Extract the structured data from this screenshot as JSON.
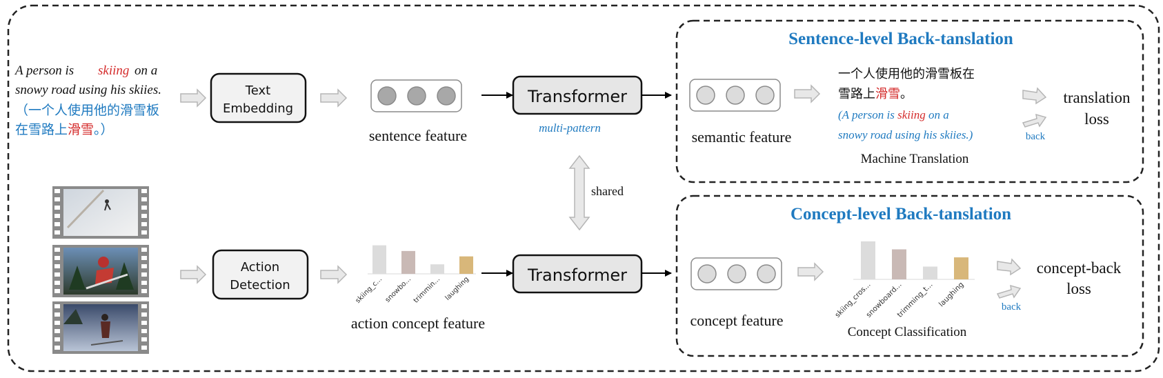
{
  "input_text": {
    "en": [
      "A person is ",
      "skiing",
      " on a",
      "snowy road using his skiies."
    ],
    "zh_line1": "（一个人使用他的滑雪板",
    "zh_line2_a": "在雪路上",
    "zh_line2_b": "滑雪",
    "zh_line2_c": "。）"
  },
  "modules": {
    "text_embedding": [
      "Text",
      "Embedding"
    ],
    "action_detection": [
      "Action",
      "Detection"
    ],
    "transformer_top": "Transformer",
    "transformer_bottom": "Transformer",
    "multi_pattern": "multi-pattern",
    "shared": "shared"
  },
  "features": {
    "sentence": "sentence feature",
    "action_concept": "action concept feature",
    "semantic": "semantic feature",
    "concept": "concept feature"
  },
  "sentence_panel": {
    "title": "Sentence-level Back-tanslation",
    "zh_line1": "一个人使用他的滑雪板在",
    "zh_line2_a": "雪路上",
    "zh_line2_b": "滑雪",
    "zh_line2_c": "。",
    "en_line1_a": "(A person is ",
    "en_line1_b": "skiing",
    "en_line1_c": " on a",
    "en_line2": "snowy road using his skiies.)",
    "caption": "Machine Translation",
    "back": "back",
    "loss": [
      "translation",
      "loss"
    ]
  },
  "concept_panel": {
    "title": "Concept-level Back-tanslation",
    "caption": "Concept Classification",
    "back": "back",
    "loss": [
      "concept-back",
      "loss"
    ]
  },
  "chart_data": [
    {
      "type": "bar",
      "categories": [
        "skiing_c...",
        "snowbo...",
        "trimmin...",
        "laughing"
      ],
      "values": [
        0.9,
        0.72,
        0.3,
        0.55
      ],
      "colors": [
        "#dcdcdc",
        "#c9b9b5",
        "#dcdcdc",
        "#d8b77a"
      ]
    },
    {
      "type": "bar",
      "categories": [
        "skiing_cros...",
        "snowboard...",
        "trimming_t...",
        "laughing"
      ],
      "values": [
        0.95,
        0.75,
        0.32,
        0.55
      ],
      "colors": [
        "#dcdcdc",
        "#c9b9b5",
        "#dcdcdc",
        "#d8b77a"
      ]
    }
  ],
  "colors": {
    "accent_blue": "#1f7ac0",
    "highlight_red": "#d42b2b",
    "box_fill": "#e6e6e6",
    "arrow_gray": "#c8c8c8"
  }
}
